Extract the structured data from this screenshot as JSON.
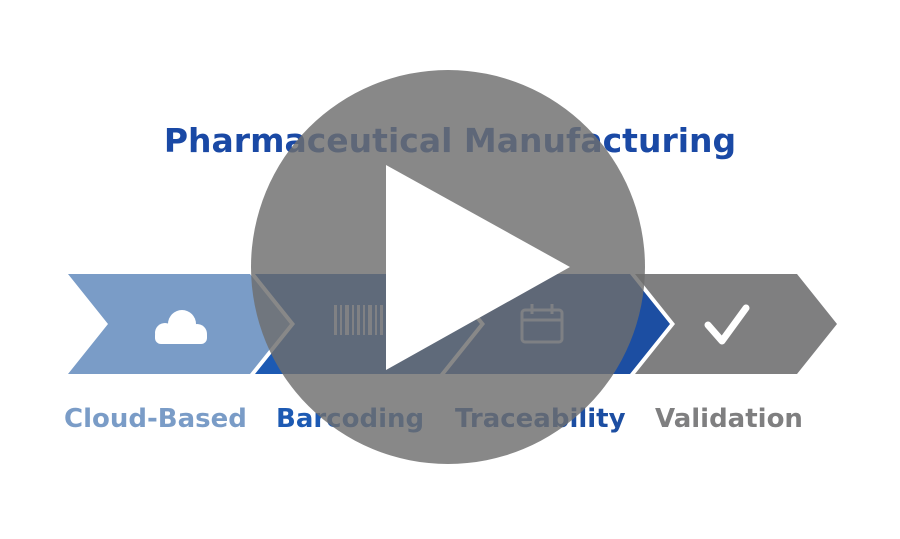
{
  "title": "Pharmaceutical Manufacturing",
  "steps": [
    {
      "label": "Cloud-Based",
      "icon": "cloud-icon",
      "color": "#7a9cc7",
      "label_color": "#7a9cc7"
    },
    {
      "label": "Barcoding",
      "icon": "barcode-icon",
      "color": "#1d5ab3",
      "label_color": "#1d5ab3"
    },
    {
      "label": "Traceability",
      "icon": "calendar-icon",
      "color": "#1c4ea2",
      "label_color": "#1c4ea2"
    },
    {
      "label": "Validation",
      "icon": "checkmark-icon",
      "color": "#7f7f80",
      "label_color": "#7f7f80"
    }
  ],
  "play_overlay": {
    "icon": "play-icon",
    "color": "#6e6e6e"
  },
  "colors": {
    "title": "#1a49a5",
    "background": "#ffffff"
  }
}
